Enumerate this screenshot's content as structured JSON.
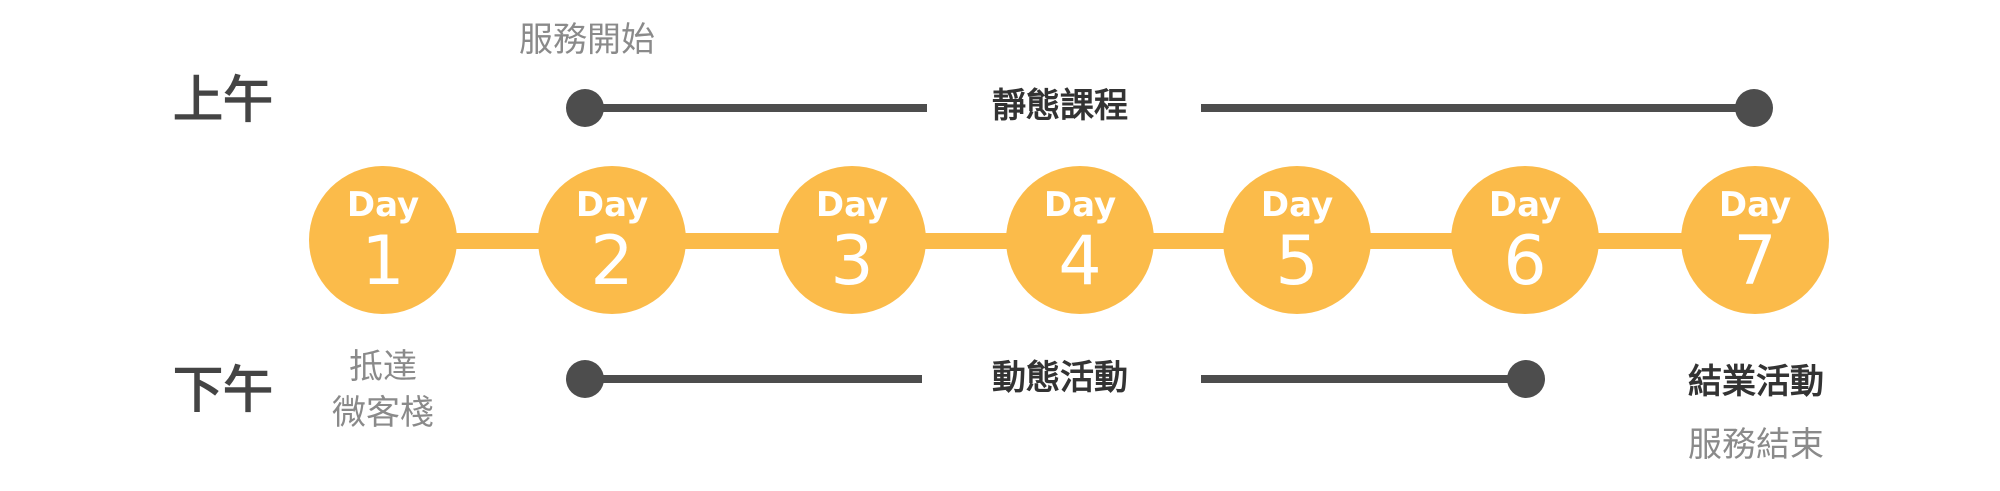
{
  "periods": {
    "morning": "上午",
    "afternoon": "下午"
  },
  "labels": {
    "service_start": "服務開始",
    "morning_track": "靜態課程",
    "afternoon_track": "動態活動",
    "arrive_line1": "抵達",
    "arrive_line2": "微客棧",
    "closing_activity": "結業活動",
    "service_end": "服務結束"
  },
  "days": [
    {
      "label": "Day",
      "number": "1"
    },
    {
      "label": "Day",
      "number": "2"
    },
    {
      "label": "Day",
      "number": "3"
    },
    {
      "label": "Day",
      "number": "4"
    },
    {
      "label": "Day",
      "number": "5"
    },
    {
      "label": "Day",
      "number": "6"
    },
    {
      "label": "Day",
      "number": "7"
    }
  ],
  "colors": {
    "accent": "#FBBB4A",
    "track": "#4d4d4d"
  }
}
